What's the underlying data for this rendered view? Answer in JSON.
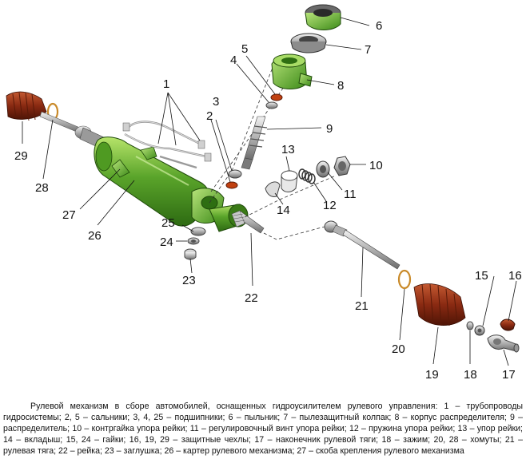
{
  "diagram": {
    "callouts": [
      "1",
      "2",
      "3",
      "4",
      "5",
      "6",
      "7",
      "8",
      "9",
      "10",
      "11",
      "12",
      "13",
      "14",
      "15",
      "16",
      "17",
      "18",
      "19",
      "20",
      "21",
      "22",
      "23",
      "24",
      "25",
      "26",
      "27",
      "28",
      "29"
    ]
  },
  "caption": {
    "text": "Рулевой механизм в сборе автомобилей, оснащенных гидроусилителем рулевого управления: 1 – трубопроводы гидросистемы; 2, 5 – сальники; 3, 4, 25 – подшипники; 6 – пыльник; 7 – пылезащитный колпак; 8 – корпус распределителя; 9 – распределитель; 10 – контргайка упора рейки; 11 – регулировочный винт упора рейки; 12 – пружина упора рейки; 13 – упор рейки; 14 – вкладыш; 15, 24 – гайки; 16, 19, 29 – защитные чехлы; 17 – наконечник рулевой тяги; 18 – зажим; 20, 28 – хомуты; 21 – рулевая тяга; 22 – рейка; 23 – заглушка; 26 – картер рулевого механизма; 27 – скоба крепления рулевого механизма"
  },
  "colors": {
    "housing": "#3f8a1c",
    "housing_light": "#8fd04a",
    "boot": "#8a2a12",
    "metal": "#b8b8b8",
    "ring": "#c98a2a"
  }
}
